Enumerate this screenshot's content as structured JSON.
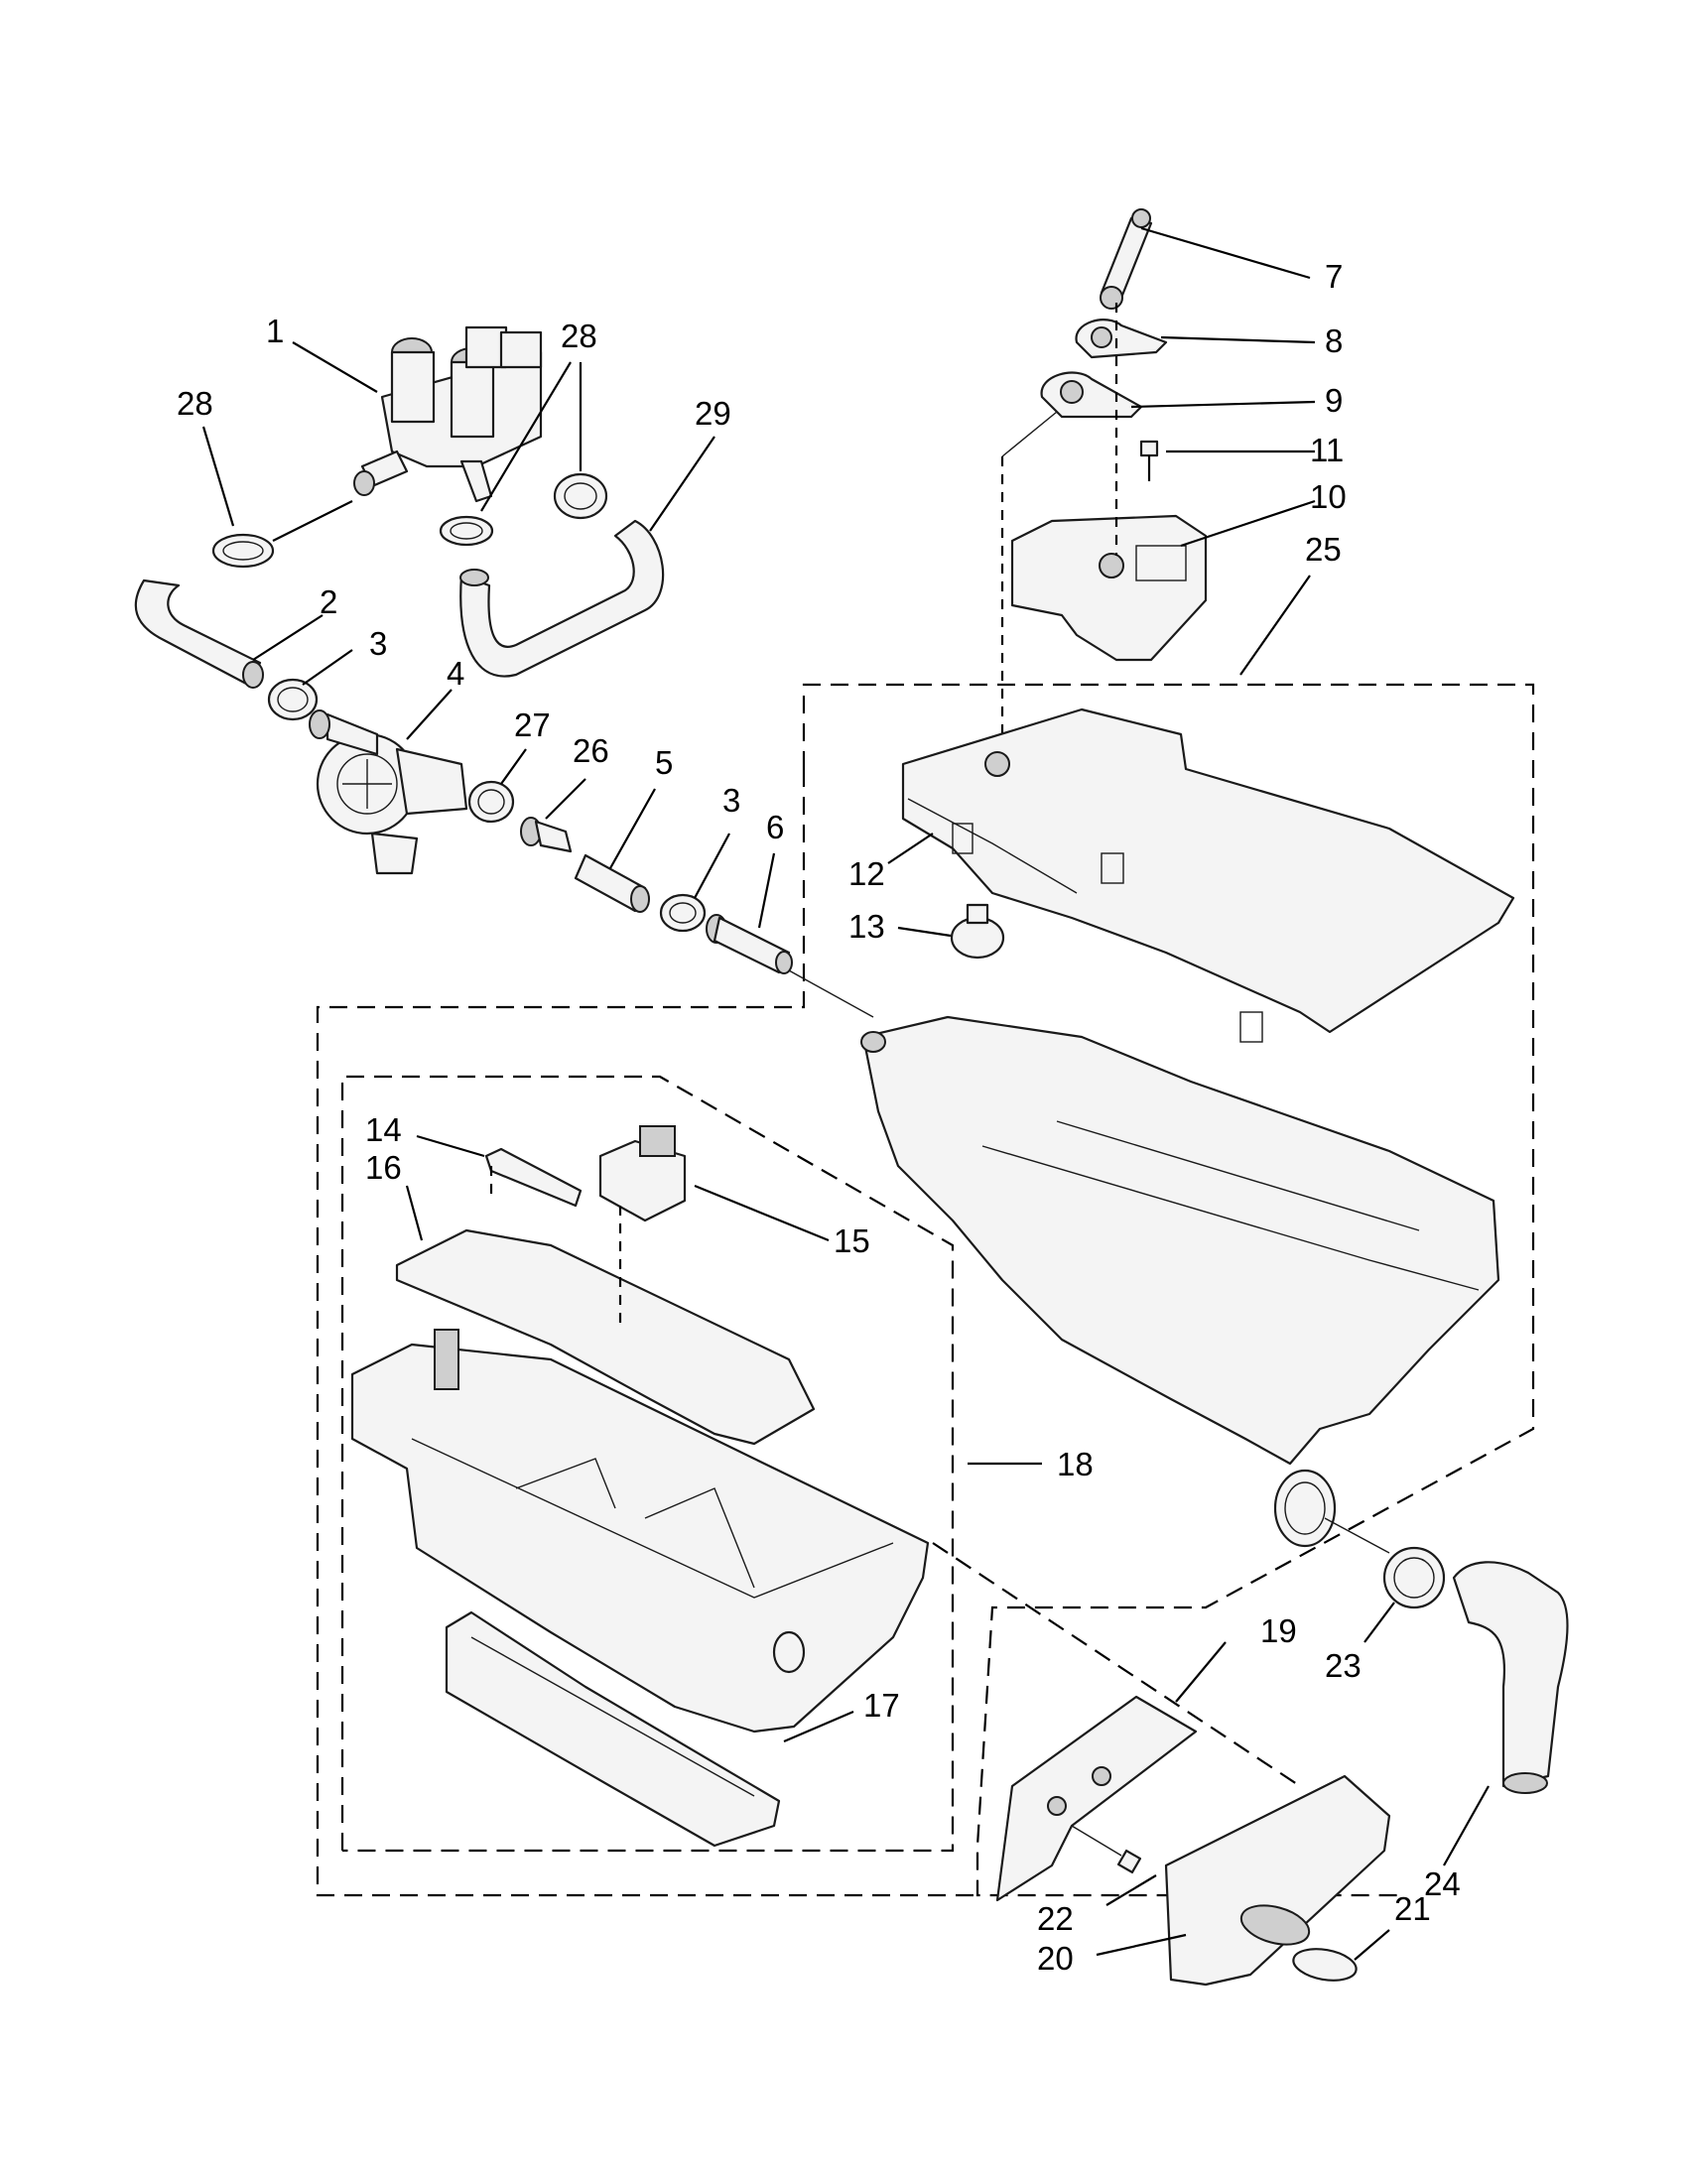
{
  "labels": {
    "p1": "1",
    "p2": "2",
    "p3a": "3",
    "p3b": "3",
    "p4": "4",
    "p5": "5",
    "p6": "6",
    "p7": "7",
    "p8": "8",
    "p9": "9",
    "p10": "10",
    "p11": "11",
    "p12": "12",
    "p13": "13",
    "p14": "14",
    "p15": "15",
    "p16": "16",
    "p17": "17",
    "p18": "18",
    "p19": "19",
    "p20": "20",
    "p21": "21",
    "p22": "22",
    "p23": "23",
    "p24": "24",
    "p25": "25",
    "p26": "26",
    "p27": "27",
    "p28a": "28",
    "p28b": "28",
    "p29": "29"
  },
  "colors": {
    "line": "#000000",
    "part_fill": "#f4f4f4",
    "shade": "#cfcfcf"
  }
}
